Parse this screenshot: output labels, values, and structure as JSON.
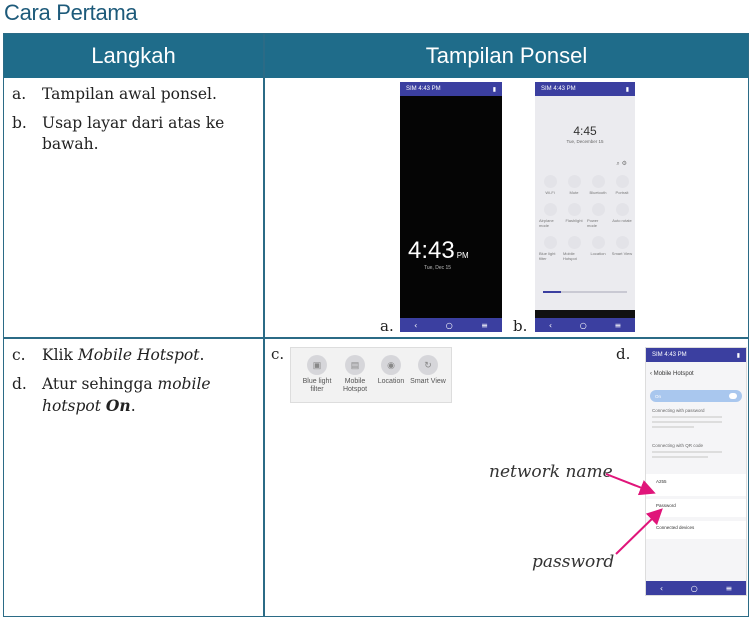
{
  "section_title": "Cara Pertama",
  "table": {
    "col1_header": "Langkah",
    "col2_header": "Tampilan Ponsel"
  },
  "row1": {
    "steps": [
      {
        "marker": "a.",
        "text": "Tampilan awal ponsel."
      },
      {
        "marker": "b.",
        "text": "Usap layar dari atas ke bawah."
      }
    ],
    "label_a": "a.",
    "label_b": "b."
  },
  "row2": {
    "step_c": {
      "marker": "c.",
      "prefix": "Klik ",
      "em": "Mobile Hotspot",
      "suffix": "."
    },
    "step_d": {
      "marker": "d.",
      "prefix": "Atur sehingga ",
      "em": "mobile hotspot",
      "space": " ",
      "strong": "On",
      "suffix": "."
    },
    "label_c": "c.",
    "label_d": "d.",
    "annotation_network": "network name",
    "annotation_password": "password",
    "annotation_color": "#e0157a"
  },
  "phone_a": {
    "status": "SIM 4:43 PM",
    "clock": "4:43",
    "ampm": "PM",
    "date": "Tue, Dec 15"
  },
  "phone_b": {
    "status": "SIM 4:43 PM",
    "clock": "4:45",
    "date": "Tue, December 15",
    "tiles": [
      "Wi-Fi",
      "Mute",
      "Bluetooth",
      "Portrait",
      "Airplane mode",
      "Flashlight",
      "Power mode",
      "Auto rotate",
      "Blue light filter",
      "Mobile Hotspot",
      "Location",
      "Smart View"
    ]
  },
  "strip_c": {
    "tiles": [
      "Blue light filter",
      "Mobile Hotspot",
      "Location",
      "Smart View"
    ]
  },
  "phone_d": {
    "status": "SIM 4:43 PM",
    "header": "Mobile Hotspot",
    "toggle_label": "On",
    "section1": "Connecting with password",
    "section2": "Connecting with QR code",
    "network_name": "A255",
    "password_label": "Password",
    "devices_label": "Connected devices"
  },
  "nav": {
    "back": "‹",
    "home": "○",
    "recent": "≡"
  },
  "colors": {
    "header_bg": "#1f6c8a",
    "title": "#1d5a7a",
    "phone_bar": "#3b3fa0"
  }
}
